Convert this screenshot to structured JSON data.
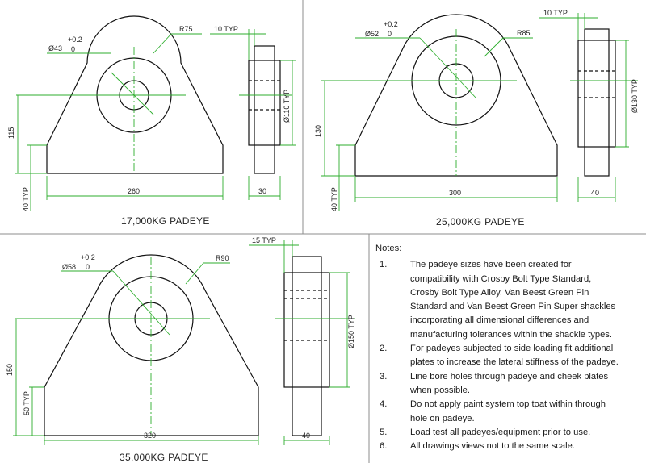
{
  "views": [
    {
      "caption": "17,000KG PADEYE",
      "dia": "Ø43",
      "tol_upper": "+0.2",
      "tol_lower": "0",
      "radius": "R75",
      "width": "260",
      "height": "115",
      "hole_dim": "40 TYP",
      "cheek_dim": "10 TYP",
      "cheek_dia": "Ø110 TYP",
      "thickness": "30"
    },
    {
      "caption": "25,000KG PADEYE",
      "dia": "Ø52",
      "tol_upper": "+0.2",
      "tol_lower": "0",
      "radius": "R85",
      "width": "300",
      "height": "130",
      "hole_dim": "40 TYP",
      "cheek_dim": "10 TYP",
      "cheek_dia": "Ø130 TYP",
      "thickness": "40"
    },
    {
      "caption": "35,000KG PADEYE",
      "dia": "Ø58",
      "tol_upper": "+0.2",
      "tol_lower": "0",
      "radius": "R90",
      "width": "320",
      "height": "150",
      "hole_dim": "50 TYP",
      "cheek_dim": "15 TYP",
      "cheek_dia": "Ø150 TYP",
      "thickness": "40"
    }
  ],
  "notes": {
    "title": "Notes:",
    "items": [
      {
        "num": "1.",
        "lines": [
          "The padeye sizes have been created for",
          "compatibility with Crosby Bolt Type Standard,",
          "Crosby Bolt Type Alloy, Van Beest Green Pin",
          "Standard and Van Beest Green Pin Super shackles",
          "incorporating all dimensional differences and",
          "manufacturing tolerances within the shackle types."
        ]
      },
      {
        "num": "2.",
        "lines": [
          "For padeyes subjected to side loading fit additional",
          "plates to increase the lateral stiffness of the padeye."
        ]
      },
      {
        "num": "3.",
        "lines": [
          "Line bore holes through padeye and cheek plates",
          "when possible."
        ]
      },
      {
        "num": "4.",
        "lines": [
          "Do not apply paint system top toat within through",
          "hole on padeye."
        ]
      },
      {
        "num": "5.",
        "lines": [
          "Load test all padeyes/equipment prior to use."
        ]
      },
      {
        "num": "6.",
        "lines": [
          "All drawings views not to the same scale."
        ]
      }
    ]
  }
}
